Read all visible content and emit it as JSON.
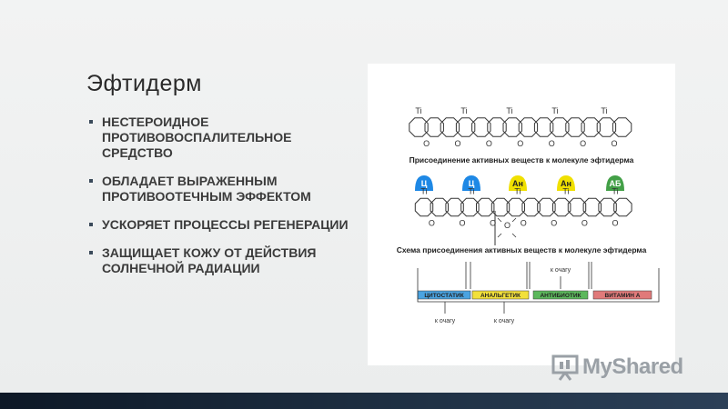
{
  "slide": {
    "title": "Эфтидерм",
    "bullets": [
      "Нестероидное противовоспалительное средство",
      "Обладает выраженным противоотечным эффектом",
      "Ускоряет процессы регенерации",
      "Защищает кожу от действия солнечной радиации"
    ]
  },
  "figure": {
    "ti": "Ti",
    "o": "O",
    "caption1": "Присоединение активных веществ к молекуле эфтидерма",
    "caption2": "Схема присоединения активных веществ к молекуле эфтидерма",
    "badges": [
      "Ц",
      "Ц",
      "Ан",
      "Ан",
      "АБ"
    ],
    "badge_colors": [
      "#1e88e5",
      "#1e88e5",
      "#f0e000",
      "#f0e000",
      "#43a047"
    ],
    "blocks": [
      {
        "label": "ЦИТОСТАТИК",
        "color": "#4aa3e0"
      },
      {
        "label": "АНАЛЬГЕТИК",
        "color": "#f2e03a"
      },
      {
        "label": "АНТИБИОТИК",
        "color": "#5cb85c"
      },
      {
        "label": "ВИТАМИН А",
        "color": "#e07a7a"
      }
    ],
    "to_focus": "к очагу"
  },
  "watermark": {
    "brand": "MyShared"
  }
}
